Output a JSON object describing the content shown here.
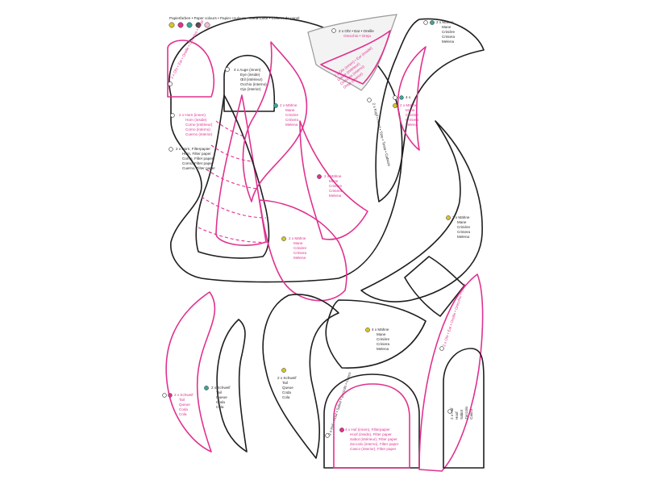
{
  "header": {
    "title": "Papierfarben • Paper colours • Papier couleurs • Carta Color • Colores de papel",
    "swatches": [
      "#d8c32b",
      "#e0328f",
      "#3aa59b",
      "#4d4d4d",
      "#f0c0d8"
    ]
  },
  "colors": {
    "dark": "#1e1e1e",
    "pink": "#e0328f",
    "teal": "#3aa59b",
    "yellow": "#d8c32b"
  },
  "pieces": {
    "ear_outer": {
      "text": "2 x Ohr • Ear • Oreille • Orecchio • Oreja"
    },
    "eye": {
      "lines": [
        "4 x Auge (innen)",
        "Eye (inside)",
        "Œil (intérieur)",
        "Occhio (interno)",
        "Ojo (interior)"
      ]
    },
    "ear_grey": {
      "lines": [
        "2 x Ohr • Ear • Oreille",
        "Orecchio • Oreja"
      ]
    },
    "ear_grey_inner": {
      "lines": [
        "2 x Ohr (innen) • Ear (inside)",
        "Oreille (intérieur)",
        "Orecchio (interno)",
        "Oreja (interior)"
      ]
    },
    "mane_top": {
      "lines": [
        "2 x Mähne",
        "Mane",
        "Crinière",
        "Criniera",
        "Melena"
      ]
    },
    "mane_left": {
      "lines": [
        "2 x Mähne",
        "Mane",
        "Crinière",
        "Criniera",
        "Melena"
      ]
    },
    "mane_right_inner": {
      "lines": [
        "2 x Mähne",
        "Mane",
        "Crinière",
        "Criniera",
        "Melena"
      ]
    },
    "ring_4x": {
      "text": "4 x"
    },
    "horn_pink": {
      "lines": [
        "2 x Horn (innen)",
        "Horn (inside)",
        "Corne (intérieur)",
        "Corno (interno)",
        "Cuerno (interior)"
      ]
    },
    "horn_filter": {
      "lines": [
        "2 x Horn, Filterpapier",
        "Horn, Filter paper",
        "Corne, Filter paper",
        "Corno, Filter paper",
        "Cuerno, Filter paper"
      ]
    },
    "head": {
      "lines": [
        "2 x Kopf • Head • Tête • Testa • Cabeza"
      ]
    },
    "mane_mid": {
      "lines": [
        "2 x Mähne",
        "Mane",
        "Crinière",
        "Criniera",
        "Melena"
      ]
    },
    "mane_lower": {
      "lines": [
        "2 x Mähne",
        "Mane",
        "Crinière",
        "Criniera",
        "Melena"
      ]
    },
    "mane_big_right": {
      "lines": [
        "2 x Mähne",
        "Mane",
        "Crinière",
        "Criniera",
        "Melena"
      ]
    },
    "mane_center": {
      "lines": [
        "4 x Mähne",
        "Mane",
        "Crinière",
        "Criniera",
        "Melena"
      ]
    },
    "tail_left": {
      "lines": [
        "2 x Schweif",
        "Tail",
        "Queue",
        "Coda",
        "Cola"
      ]
    },
    "tail_mid": {
      "lines": [
        "2 x Schweif",
        "Tail",
        "Queue",
        "Coda",
        "Cola"
      ]
    },
    "tail_center": {
      "lines": [
        "2 x Schweif",
        "Tail",
        "Queue",
        "Coda",
        "Cola"
      ]
    },
    "hoof_arc": {
      "text": "2 x Huf • Hoof • Sabot • Zoccolo • Casco"
    },
    "hoof_inner": {
      "lines": [
        "4 x Huf (innen), Filterpapier",
        "Hoof (inside), Filter paper",
        "Sabot (intérieur), Filter paper",
        "Zoccolo (interno), Filter paper",
        "Casco (interior), Filter paper"
      ]
    },
    "ear_strip": {
      "text": "2 x Ohr • Ear • Oreille • Orecchio • Oreja"
    },
    "hoof_right": {
      "lines": [
        "2 x Huf",
        "Hoof",
        "Sabot",
        "Zoccolo",
        "Casco"
      ]
    }
  }
}
